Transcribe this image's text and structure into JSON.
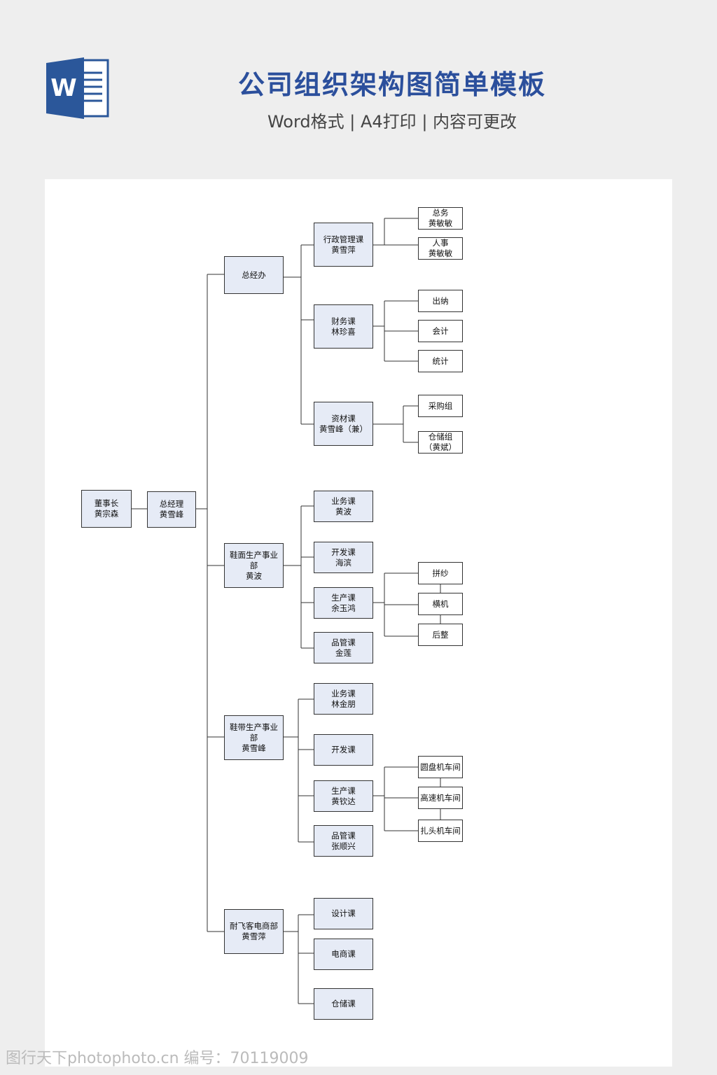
{
  "header": {
    "title": "公司组织架构图简单模板",
    "subtitle": "Word格式 | A4打印 | 内容可更改",
    "logo_letter": "W"
  },
  "colors": {
    "title": "#2b4f9c",
    "box_fill": "#e6ebf6",
    "line": "#333333"
  },
  "org": {
    "chairman": {
      "title": "董事长",
      "name": "黄宗森"
    },
    "gm": {
      "title": "总经理",
      "name": "黄雪峰"
    },
    "gmo": {
      "title": "总经办",
      "admin": {
        "title": "行政管理课",
        "name": "黄雪萍",
        "general": {
          "title": "总务",
          "name": "黄敏敏"
        },
        "hr": {
          "title": "人事",
          "name": "黄敏敏"
        }
      },
      "finance": {
        "title": "财务课",
        "name": "林珍喜",
        "cashier": "出纳",
        "accounting": "会计",
        "statistics": "统计"
      },
      "materials": {
        "title": "资材课",
        "name": "黄雪峰（兼）",
        "purchasing": "采购组",
        "storage": {
          "title": "仓储组",
          "name": "（黄斌）"
        }
      }
    },
    "upper": {
      "title": "鞋面生产事业部",
      "name": "黄波",
      "sales": {
        "title": "业务课",
        "name": "黄波"
      },
      "dev": {
        "title": "开发课",
        "name": "海滨"
      },
      "prod": {
        "title": "生产课",
        "name": "余玉鸿",
        "units": [
          "拼纱",
          "横机",
          "后整"
        ]
      },
      "qc": {
        "title": "品管课",
        "name": "金莲"
      }
    },
    "strap": {
      "title": "鞋带生产事业部",
      "name": "黄雪峰",
      "sales": {
        "title": "业务课",
        "name": "林金朋"
      },
      "dev": {
        "title": "开发课"
      },
      "prod": {
        "title": "生产课",
        "name": "黄钦达",
        "units": [
          "圆盘机车间",
          "高速机车间",
          "扎头机车间"
        ]
      },
      "qc": {
        "title": "品管课",
        "name": "张顺兴"
      }
    },
    "ecom": {
      "title": "耐飞客电商部",
      "name": "黄雪萍",
      "design": "设计课",
      "ecommerce": "电商课",
      "warehouse": "仓储课"
    }
  },
  "watermark": "图行天下photophoto.cn  编号：70119009"
}
